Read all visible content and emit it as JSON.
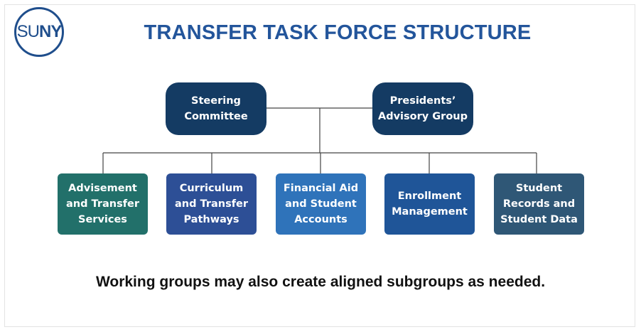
{
  "logo": {
    "su": "SU",
    "ny": "NY"
  },
  "title": "TRANSFER TASK FORCE STRUCTURE",
  "leadership": [
    {
      "label": "Steering Committee",
      "lines": [
        "Steering",
        "Committee"
      ]
    },
    {
      "label": "Presidents’ Advisory Group",
      "lines": [
        "Presidents’",
        "Advisory Group"
      ]
    }
  ],
  "working_groups": [
    {
      "lines": [
        "Advisement",
        "and Transfer",
        "Services"
      ],
      "color": "#22706a"
    },
    {
      "lines": [
        "Curriculum",
        "and Transfer",
        "Pathways"
      ],
      "color": "#2d4f96"
    },
    {
      "lines": [
        "Financial Aid",
        "and Student",
        "Accounts"
      ],
      "color": "#2f73ba"
    },
    {
      "lines": [
        "Enrollment",
        "Management"
      ],
      "color": "#1f5598"
    },
    {
      "lines": [
        "Student",
        "Records and",
        "Student Data"
      ],
      "color": "#2f5776"
    }
  ],
  "footnote": "Working groups may also create aligned subgroups as needed."
}
